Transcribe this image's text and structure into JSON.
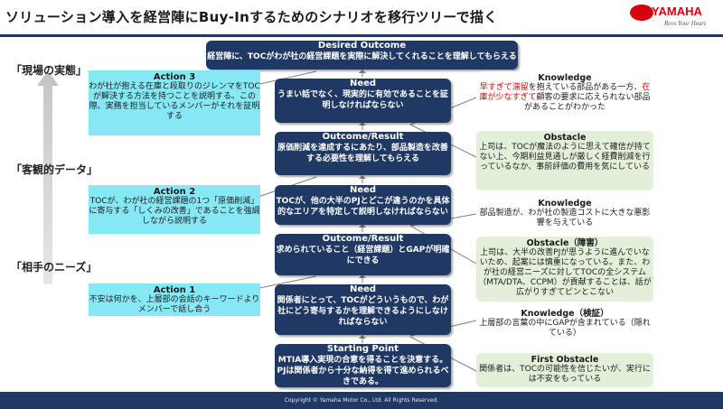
{
  "title": "ソリューション導入を経営陣にBuy-Inするためのシナリオを移行ツリーで描く",
  "logo": {
    "brand": "YAMAHA",
    "tagline": "Revs Your Heart"
  },
  "left_labels": {
    "top": "「現場の実態」",
    "middle": "「客観的データ」",
    "bottom": "「相手のニーズ」"
  },
  "center": {
    "desired": {
      "heading": "Desired Outcome",
      "text": "経営陣に、TOCがわが社の経営課題を実際に解決してくれることを理解してもらえる"
    },
    "need3": {
      "heading": "Need",
      "text": "うまい話でなく、現実的に有効であることを証明しなければならない"
    },
    "outcome2": {
      "heading": "Outcome/Result",
      "text": "原価削減を達成するにあたり、部品製造を改善する必要性を理解してもらえる"
    },
    "need2": {
      "heading": "Need",
      "text": "TOCが、他の大半のPJとどこが違うのかを具体的なエリアを特定して説明しなければならない"
    },
    "outcome1": {
      "heading": "Outcome/Result",
      "text": "求められていること（経営課題）とGAPが明確にできる"
    },
    "need1": {
      "heading": "Need",
      "text": "関係者にとって、TOCがどういうもので、わが社にどう寄与するかを理解できるようにしなければならない"
    },
    "start": {
      "heading": "Starting Point",
      "text": "MTIA導入実現の合意を得ることを決意する。PJは関係者から十分な納得を得て進められるべきである。"
    }
  },
  "actions": [
    {
      "heading": "Action 3",
      "text": "わが社が抱える在庫と段取りのジレンマをTOCが解決する方法を持つことを説明する。この際、実務を担当しているメンバーがそれを証明する"
    },
    {
      "heading": "Action 2",
      "text": "TOCが、わが社の経営課題の1つ「原価削減」に寄与する「しくみの改善」であることを強調しながら説明する"
    },
    {
      "heading": "Action 1",
      "text": "不安は何かを、上層部の会話のキーワードよりメンバーで話し合う"
    }
  ],
  "right": {
    "knowledge3": {
      "heading": "Knowledge",
      "red1": "早すぎて滞留",
      "part1": "を抱えている部品がある一方、",
      "red2": "在庫が少なすぎて",
      "part2": "顧客の要求に応えられない部品があることがわかった"
    },
    "obstacle2": {
      "heading": "Obstacle",
      "text": "上司は、TOCが魔法のように思えて確信が持てない上、今期利益見通しが厳しく経費削減を行っているなか、事前評価の費用を気にしている"
    },
    "knowledge2": {
      "heading": "Knowledge",
      "text": "部品製造が、わが社の製造コストに大きな悪影響を与えている"
    },
    "obstacle1": {
      "heading": "Obstacle（障害）",
      "text": "上司は、大半の改善PJが思うように進んでいないため、起案には慎重になっている。また、わが社の経営ニーズに対してTOCの全システム（MTA/DTA、CCPM）が貢献することは、話が広がりすぎてピンとこない"
    },
    "knowledge1": {
      "heading": "Knowledge（検証）",
      "text": "上層部の言葉の中にGAPが含まれている（隠れている）"
    },
    "first_obstacle": {
      "heading": "First Obstacle",
      "text": "関係者は、TOCの可能性を信じたいが、実行には不安をもっている"
    }
  },
  "footer": "Copyright © Yamaha Motor Co., Ltd.  All Rights Reserved.",
  "colors": {
    "navy": "#1f3864",
    "green_box": "#e2f0d9",
    "cyan_box": "#87e8f5",
    "red_text": "#e00000",
    "brand_red": "#d7000f"
  }
}
